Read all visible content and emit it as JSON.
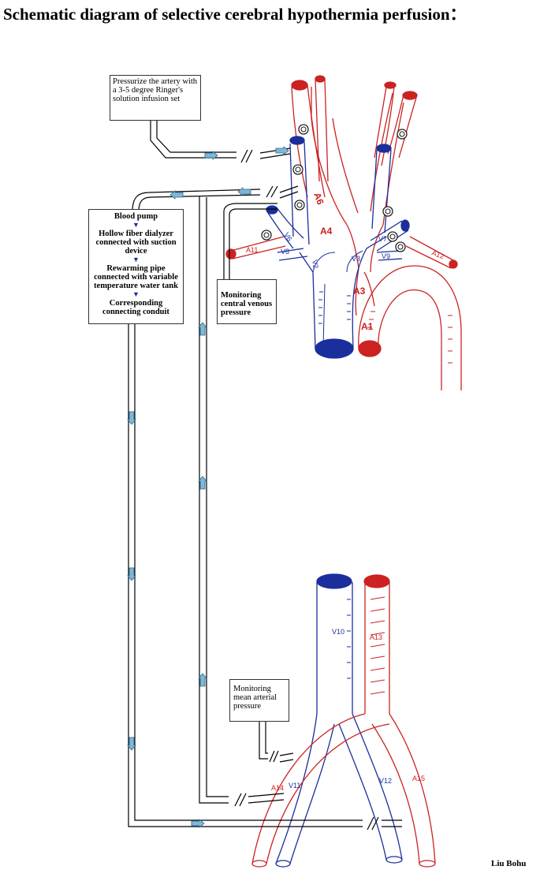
{
  "title": "Schematic diagram of selective cerebral  hypothermia perfusion：",
  "boxes": {
    "ringer": "Pressurize the artery with a 3-5 degree Ringer's solution infusion set",
    "pump_steps": [
      "Blood pump",
      "Hollow fiber dialyzer connected with suction device",
      "Rewarming pipe connected with variable temperature water tank",
      "Corresponding connecting conduit"
    ],
    "cvp": "Monitoring central venous pressure",
    "map": "Monitoring mean arterial pressure"
  },
  "vessel_labels": {
    "A1": "A1",
    "A3": "A3",
    "A4": "A4",
    "A6": "A6",
    "A11": "A11",
    "A12": "A12",
    "A13": "A13",
    "A14": "A14",
    "A15": "A15",
    "V2": "V2",
    "V3": "V3",
    "V6": "V6",
    "V7": "V7",
    "V8": "V8",
    "V9": "V9",
    "V10": "V10",
    "V11": "V11",
    "V12": "V12"
  },
  "credit": "Liu Bohu",
  "colors": {
    "artery": "#cc2222",
    "vein": "#1a2f9c",
    "tube": "#000000",
    "flow_arrow": "#7fb7d6"
  }
}
